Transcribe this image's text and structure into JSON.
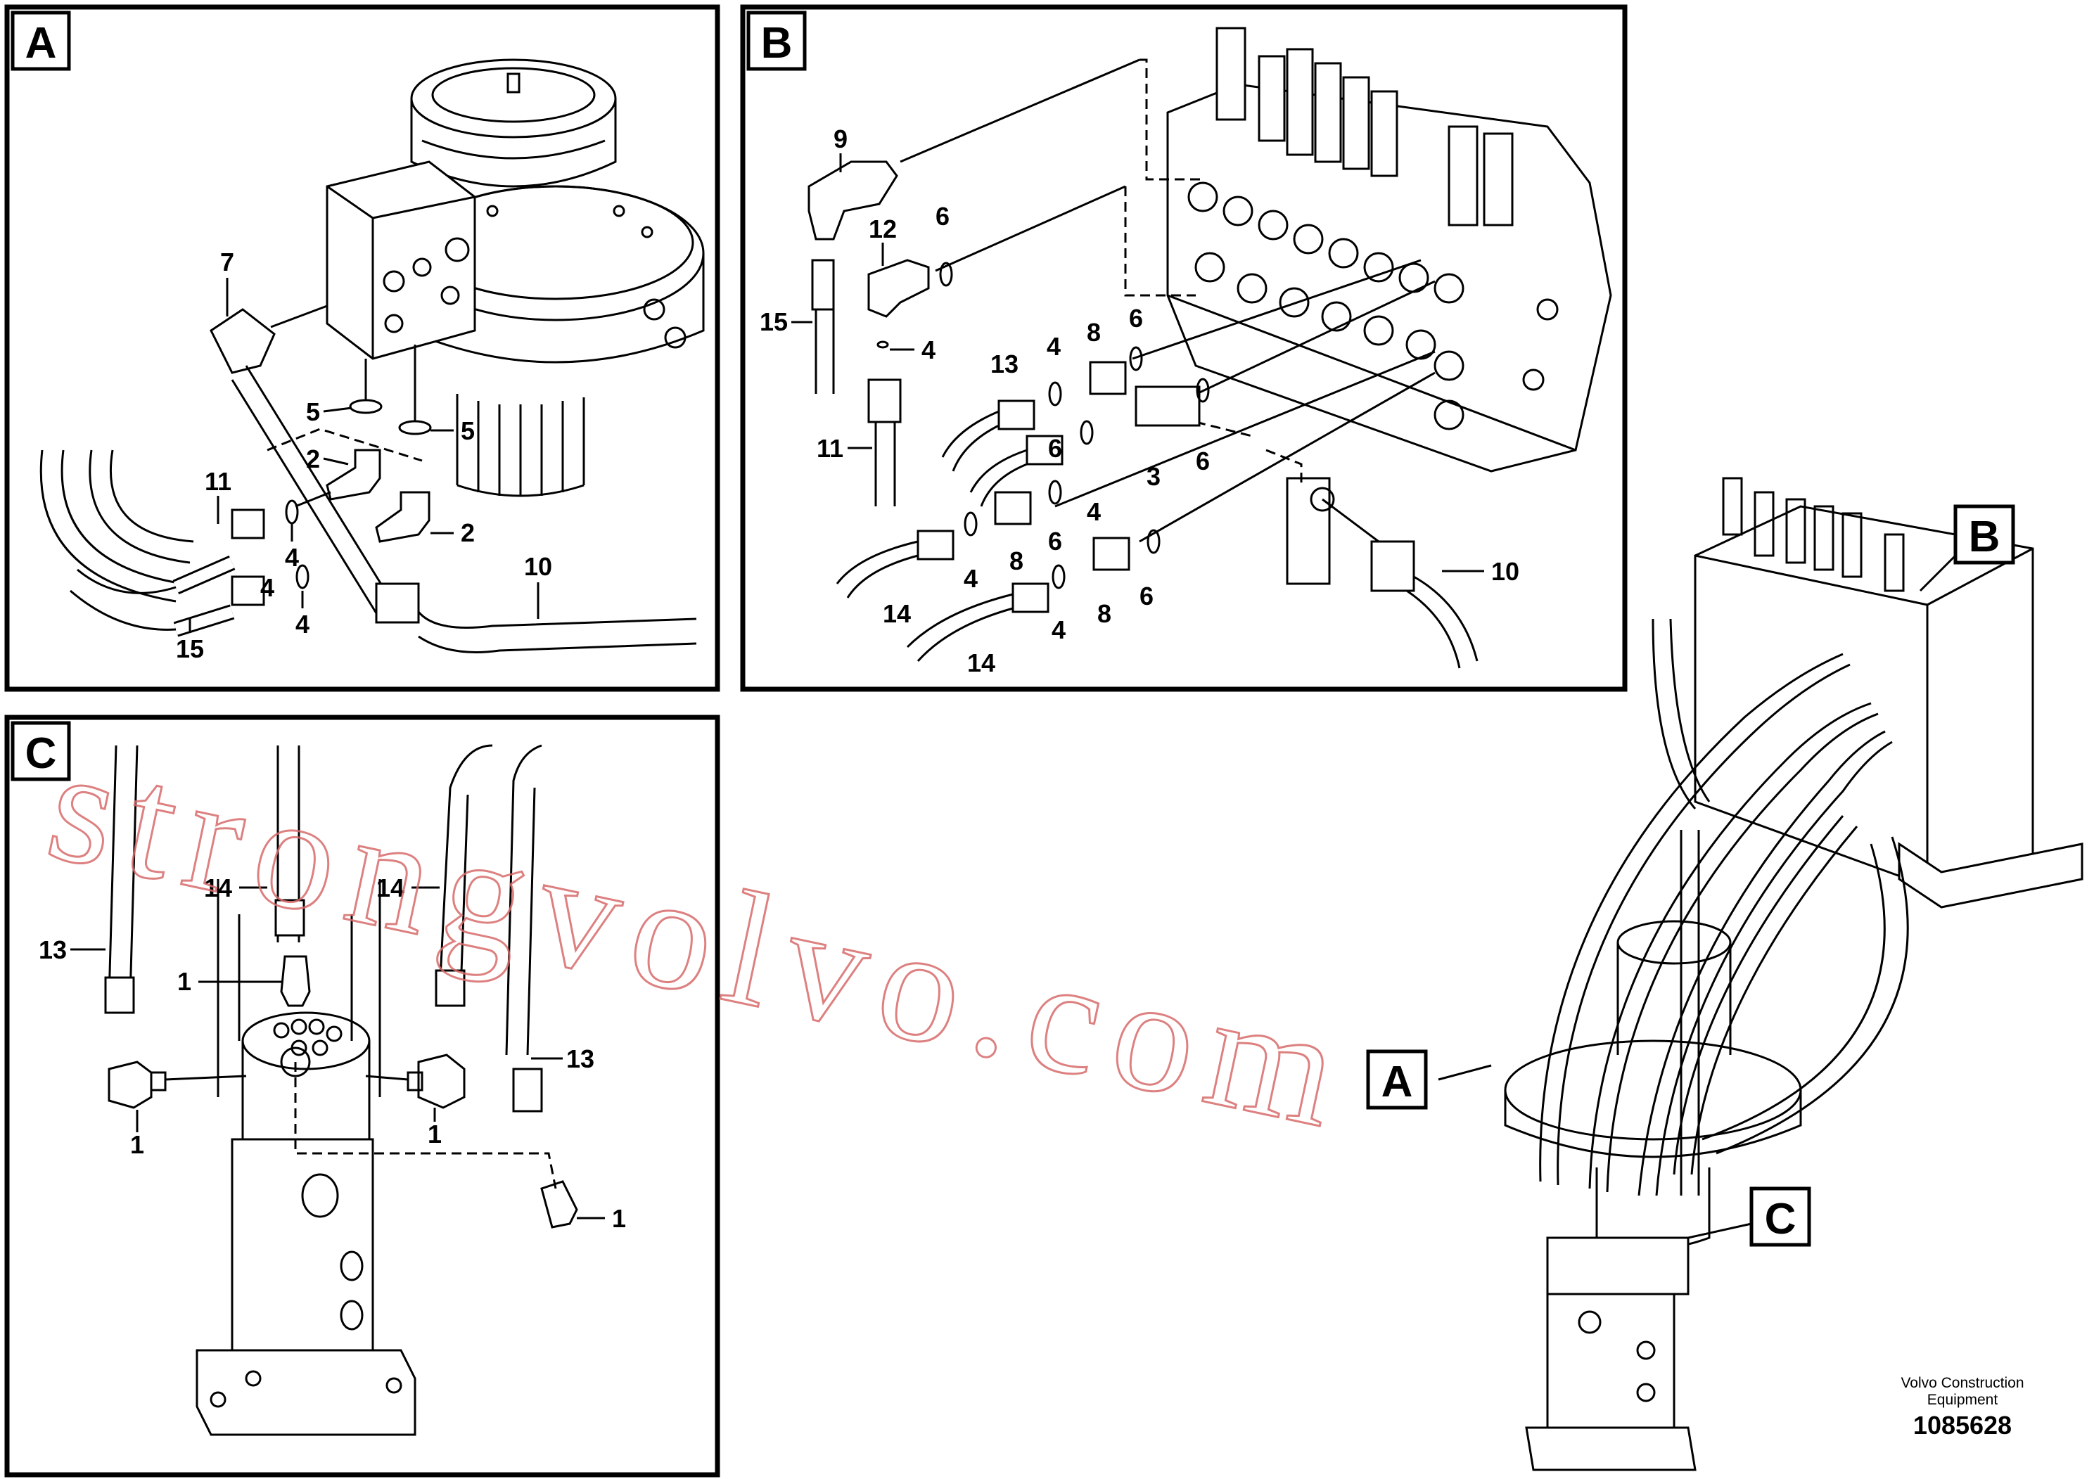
{
  "panels": {
    "A": {
      "letter": "A",
      "labels": [
        "7",
        "5",
        "5",
        "2",
        "2",
        "11",
        "4",
        "4",
        "4",
        "15",
        "10"
      ]
    },
    "B": {
      "letter": "B",
      "labels": [
        "9",
        "12",
        "6",
        "15",
        "4",
        "11",
        "13",
        "4",
        "8",
        "6",
        "6",
        "3",
        "6",
        "4",
        "8",
        "6",
        "4",
        "8",
        "6",
        "14",
        "4",
        "14",
        "10"
      ]
    },
    "C": {
      "letter": "C",
      "labels": [
        "14",
        "14",
        "13",
        "1",
        "13",
        "1",
        "1",
        "1"
      ]
    },
    "overview": {
      "callouts": [
        "B",
        "A",
        "C"
      ]
    }
  },
  "watermark": "strongvolvo.com",
  "footer": {
    "brand_line1": "Volvo Construction",
    "brand_line2": "Equipment",
    "drawing_number": "1085628"
  }
}
